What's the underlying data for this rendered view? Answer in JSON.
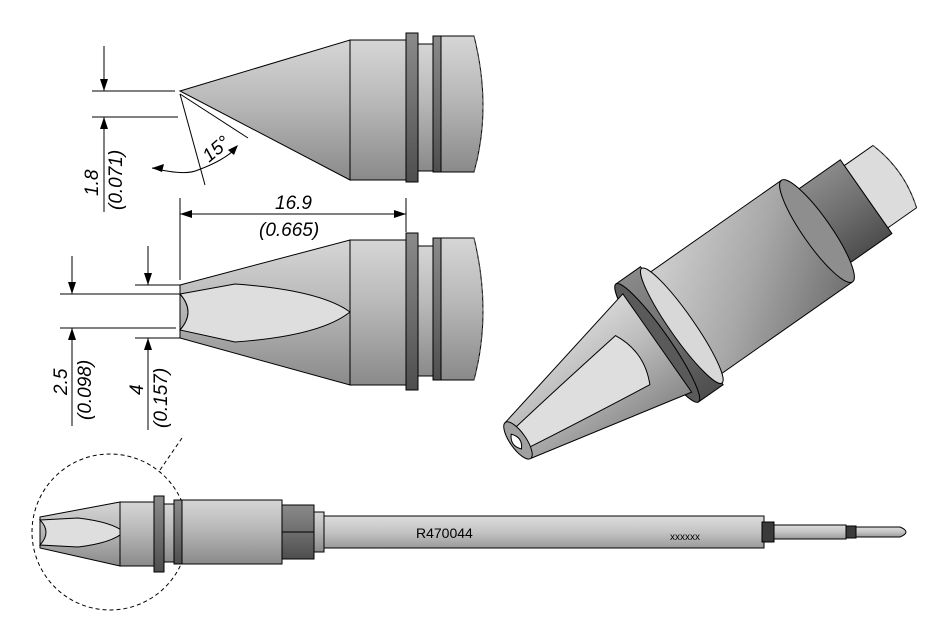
{
  "dimensions": {
    "thickness_mm": "1.8",
    "thickness_in": "(0.071)",
    "angle": "15°",
    "length_mm": "16.9",
    "length_in": "(0.665)",
    "depth_mm": "2.5",
    "depth_in": "(0.098)",
    "width_mm": "4",
    "width_in": "(0.157)"
  },
  "part": {
    "number": "R470044",
    "code": "xxxxxx"
  },
  "colors": {
    "body": "#b4b4b4",
    "body_dark": "#6e6e6e",
    "tip_light": "#d8d8d8",
    "ring_dark": "#4a4a4a"
  }
}
